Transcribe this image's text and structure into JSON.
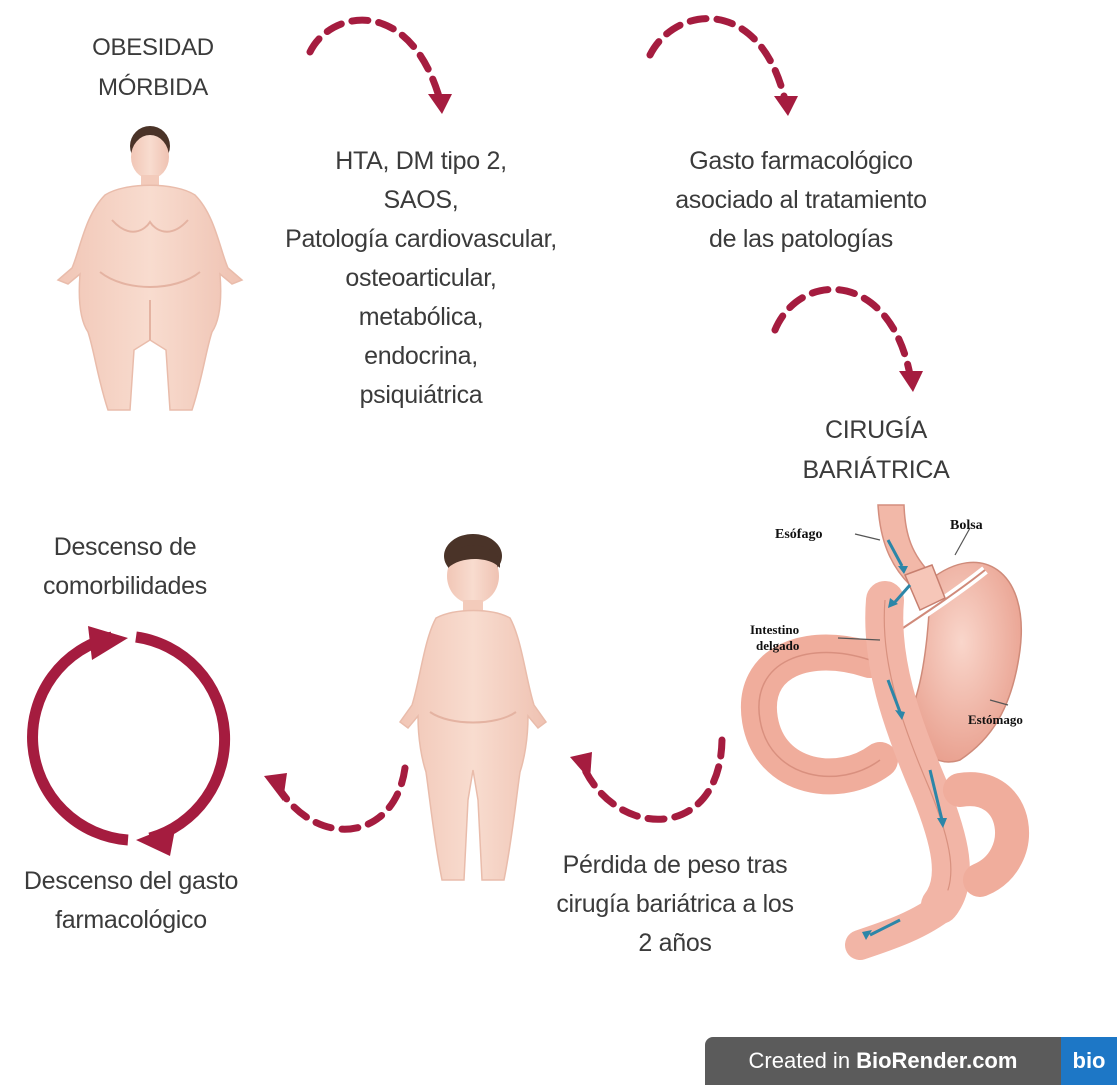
{
  "nodes": {
    "obesidad": "OBESIDAD\nMÓRBIDA",
    "comorbilidades": "HTA, DM tipo 2,\nSAOS,\nPatología cardiovascular,\nosteoarticular,\nmetabólica,\nendocrina,\npsiquiátrica",
    "gasto": "Gasto farmacológico\nasociado al tratamiento\nde las patologías",
    "cirugia": "CIRUGÍA\nBARIÁTRICA",
    "perdida": "Pérdida de peso tras\ncirugía bariátrica a los\n2 años",
    "descenso_comorbilidades": "Descenso de\ncomorbilidades",
    "descenso_gasto": "Descenso del gasto\nfarmacológico"
  },
  "stomach_labels": {
    "esofago": "Esófago",
    "bolsa": "Bolsa",
    "intestino_1": "Intestino",
    "intestino_2": "delgado",
    "estomago": "Estómago"
  },
  "badge": {
    "prefix": "Created in",
    "brand": "BioRender.com",
    "logo": "bio"
  },
  "colors": {
    "arrow": "#a51c3f",
    "skin": "#f6d3c5",
    "skin_line": "#e4b3a2",
    "hair": "#4a3328",
    "stomach": "#f0b0a0",
    "intestine": "#f2b5a6",
    "flow": "#2c86a8"
  },
  "icons": [
    "person-obese-icon",
    "person-lighter-icon",
    "stomach-bypass-icon",
    "cycle-arrows-icon",
    "dashed-curved-arrow-icon"
  ]
}
